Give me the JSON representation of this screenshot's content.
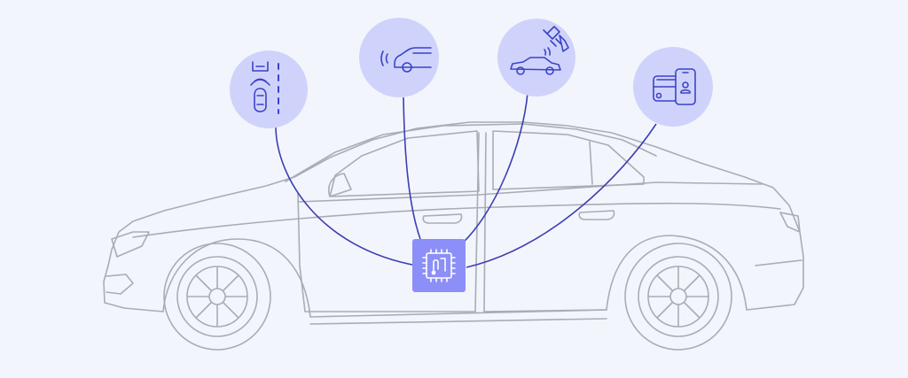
{
  "colors": {
    "background": "#f3f5fc",
    "car_outline": "#a9acb6",
    "circle_fill": "#cfd3fb",
    "icon_stroke": "#3a43c9",
    "connector_line": "#3b3fb4",
    "chip_fill": "#8c8ff7",
    "chip_icon": "#ffffff"
  },
  "nodes": [
    {
      "id": "lane-assist",
      "icon": "lane-keeping-car-icon"
    },
    {
      "id": "parking-sensor",
      "icon": "proximity-sensor-car-icon"
    },
    {
      "id": "satellite-navigation",
      "icon": "satellite-car-icon"
    },
    {
      "id": "mobile-connectivity",
      "icon": "car-phone-app-icon"
    }
  ],
  "center": {
    "id": "ecu-chip",
    "icon": "microchip-icon"
  }
}
